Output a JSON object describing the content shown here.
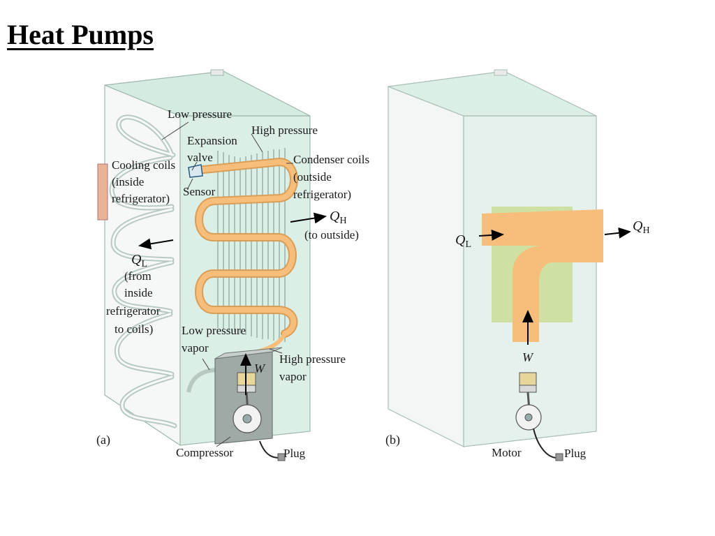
{
  "slide": {
    "title": "Heat Pumps"
  },
  "figure_a": {
    "caption": "(a)",
    "low_pressure": "Low pressure",
    "expansion_valve": [
      "Expansion",
      "valve"
    ],
    "high_pressure": "High pressure",
    "cooling_coils": [
      "Cooling coils",
      "(inside",
      "refrigerator)"
    ],
    "sensor": "Sensor",
    "condenser_coils": [
      "Condenser coils",
      "(outside",
      "refrigerator)"
    ],
    "qh_symbol": "Q",
    "qh_sub": "H",
    "to_outside": "(to outside)",
    "ql_symbol": "Q",
    "ql_sub": "L",
    "from_inside": [
      "(from",
      "inside",
      "refrigerator",
      "to coils)"
    ],
    "low_pressure_vapor": [
      "Low pressure",
      "vapor"
    ],
    "high_pressure_vapor": [
      "High pressure",
      "vapor"
    ],
    "work": "W",
    "compressor": "Compressor",
    "plug": "Plug"
  },
  "figure_b": {
    "caption": "(b)",
    "ql_symbol": "Q",
    "ql_sub": "L",
    "qh_symbol": "Q",
    "qh_sub": "H",
    "work": "W",
    "motor": "Motor",
    "plug": "Plug"
  },
  "colors": {
    "cabinet_top": "#d9efe6",
    "cabinet_side": "#eef6f3",
    "cabinet_back": "#d4ebe2",
    "coil_orange": "#f6be7a",
    "heat_exchanger_green": "#cfe0a3",
    "gasket": "#e9b398"
  }
}
